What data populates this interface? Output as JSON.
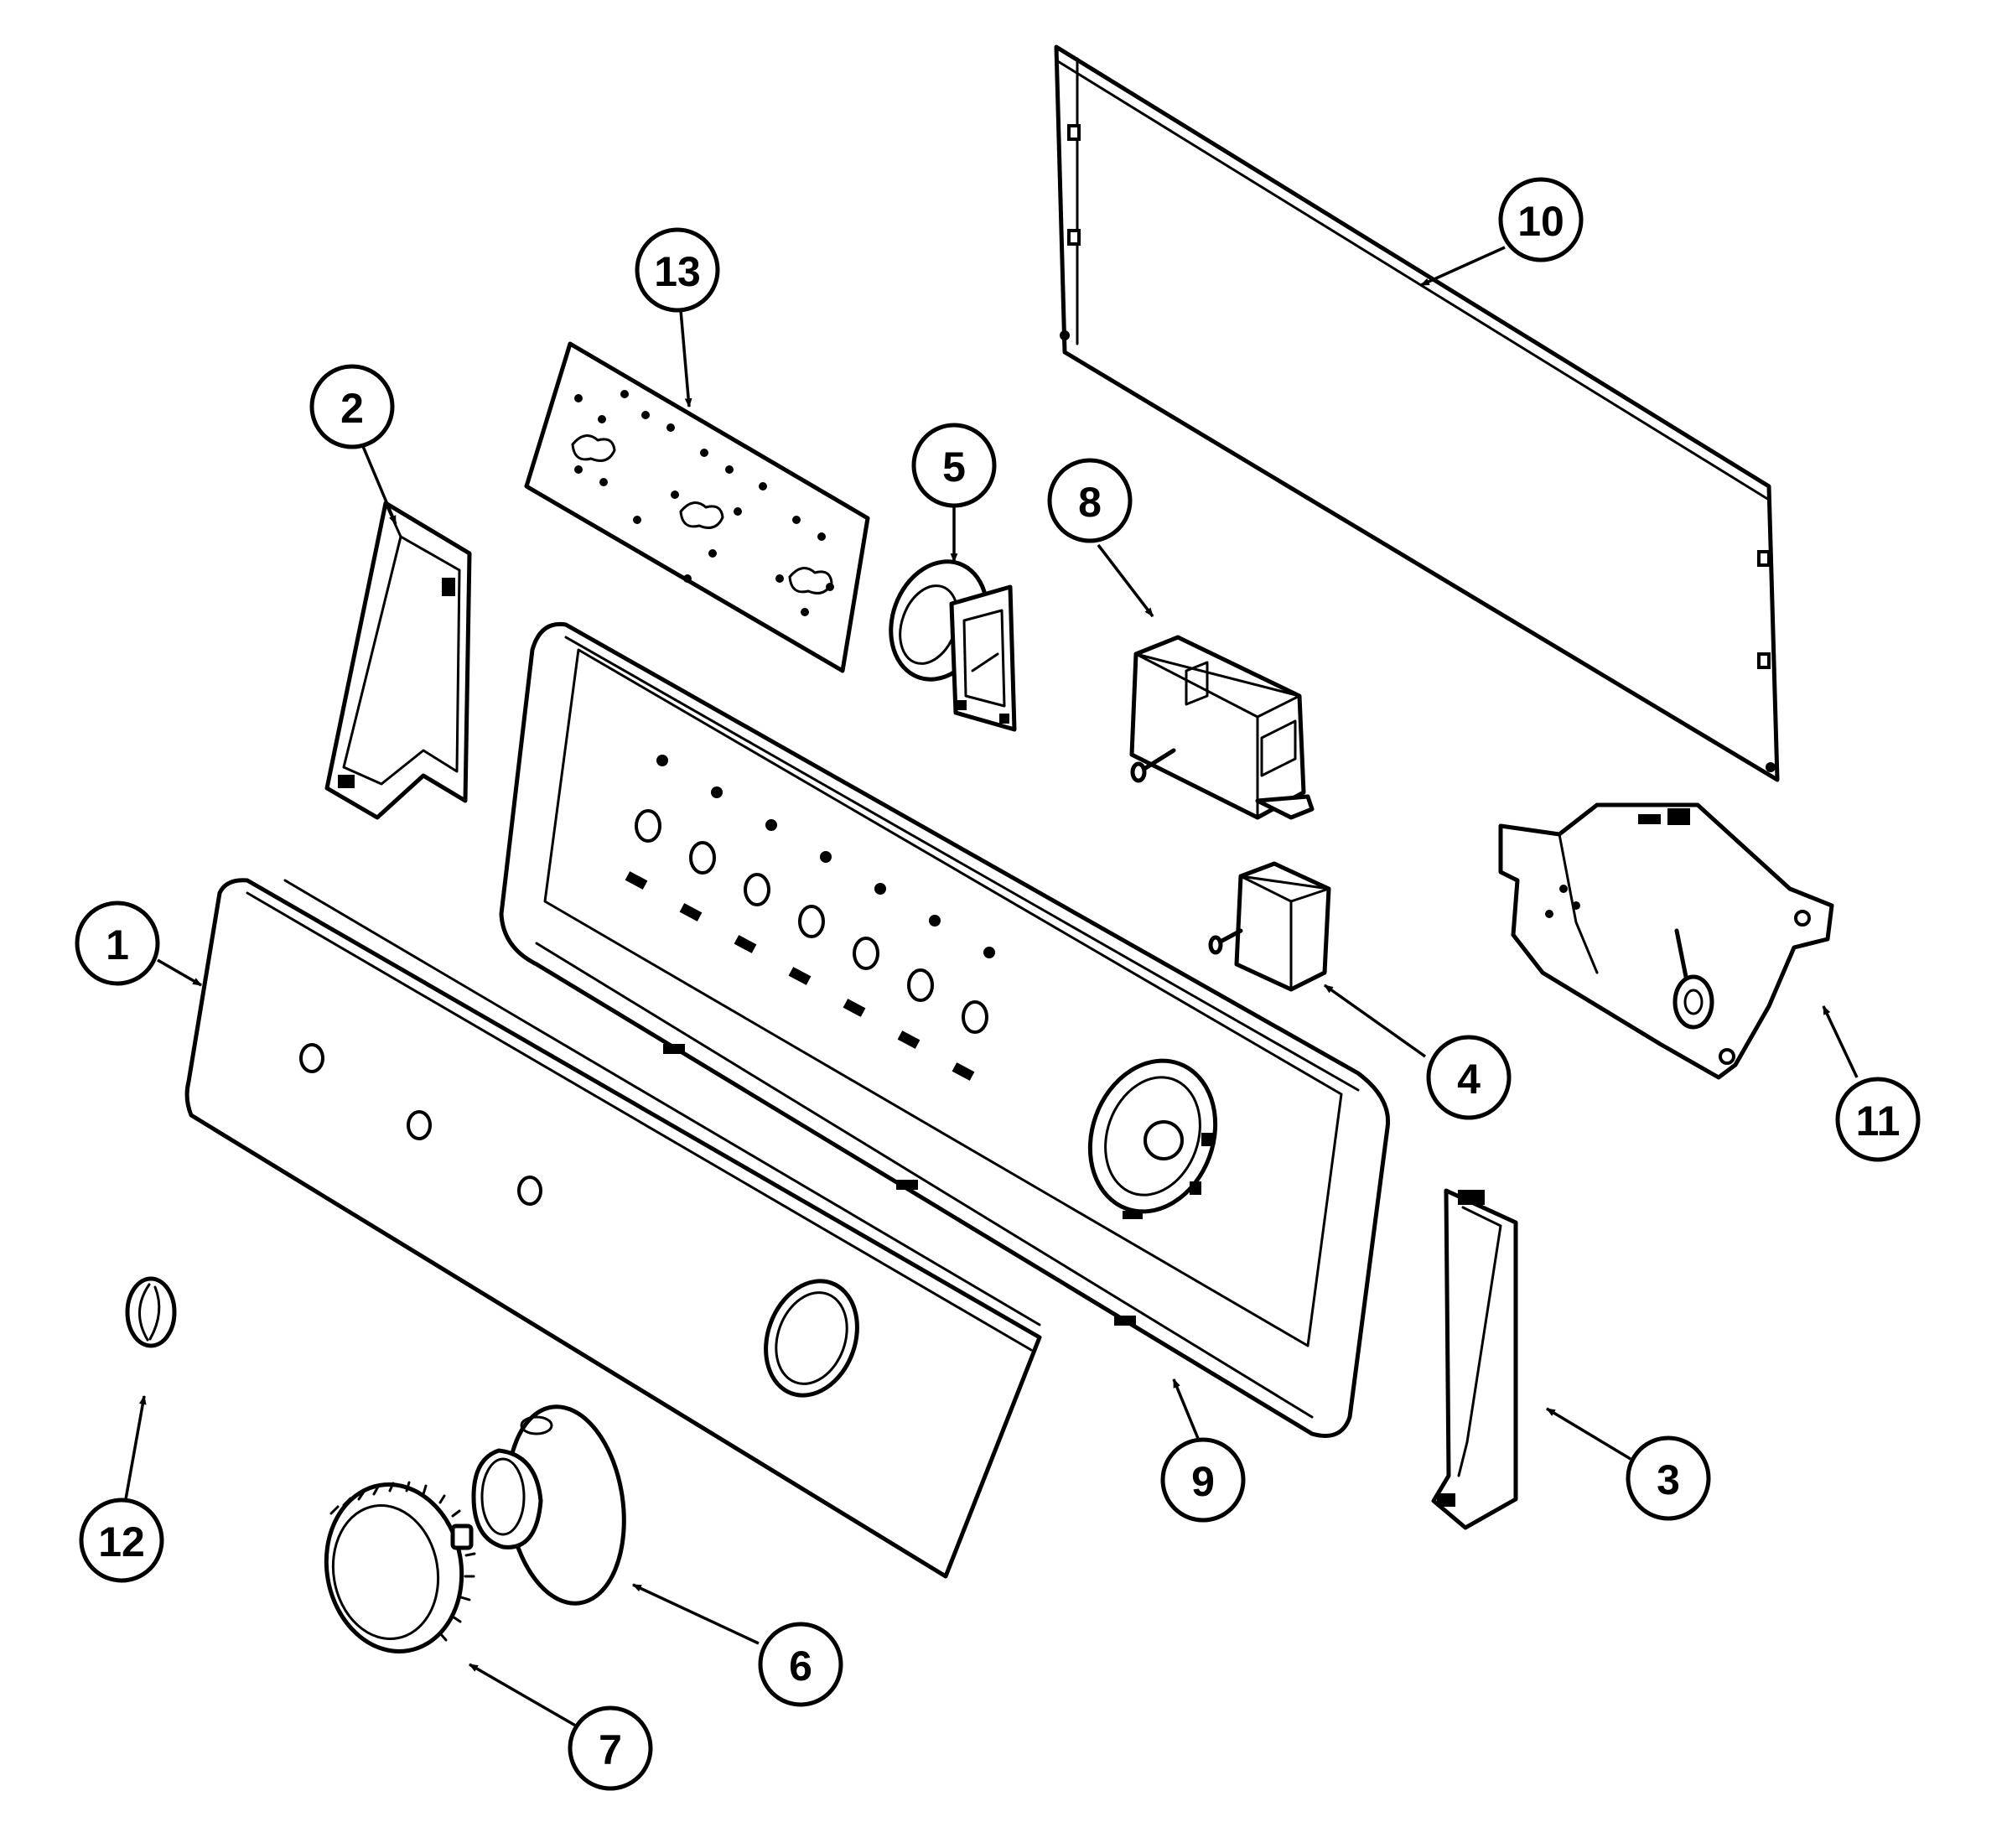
{
  "diagram": {
    "colors": {
      "line": "#000000",
      "background": "#ffffff"
    },
    "callouts": [
      {
        "id": "1",
        "label": "1"
      },
      {
        "id": "2",
        "label": "2"
      },
      {
        "id": "3",
        "label": "3"
      },
      {
        "id": "4",
        "label": "4"
      },
      {
        "id": "5",
        "label": "5"
      },
      {
        "id": "6",
        "label": "6"
      },
      {
        "id": "7",
        "label": "7"
      },
      {
        "id": "8",
        "label": "8"
      },
      {
        "id": "9",
        "label": "9"
      },
      {
        "id": "10",
        "label": "10"
      },
      {
        "id": "11",
        "label": "11"
      },
      {
        "id": "12",
        "label": "12"
      },
      {
        "id": "13",
        "label": "13"
      }
    ]
  }
}
